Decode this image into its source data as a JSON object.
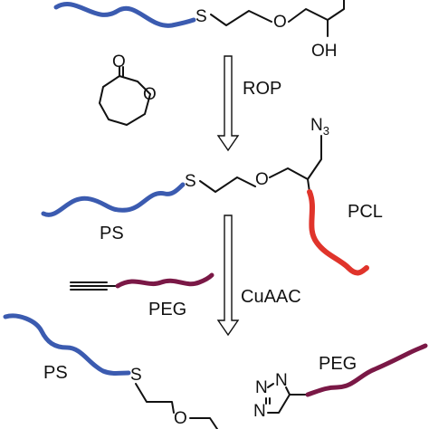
{
  "colors": {
    "ps_chain": "#3b5bb0",
    "pcl_chain": "#e0342b",
    "peg_chain": "#7a1846",
    "bond": "#111111",
    "background": "#ffffff"
  },
  "atoms": {
    "sulfur": "S",
    "oxygen": "O",
    "hydroxyl": "OH",
    "nitrogen": "N",
    "azide_base": "N",
    "azide_sub": "3"
  },
  "labels": {
    "step1": "ROP",
    "step2": "CuAAC",
    "ps_polymer": "PS",
    "pcl_polymer": "PCL",
    "peg_polymer": "PEG"
  }
}
